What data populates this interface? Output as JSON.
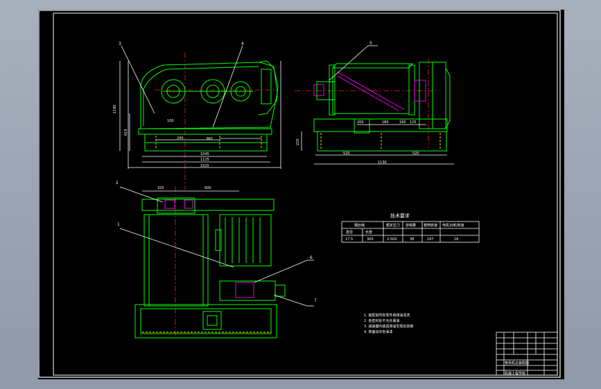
{
  "drawing": {
    "part_labels": [
      "3",
      "4",
      "5",
      "2",
      "1",
      "6",
      "7"
    ],
    "dimensions": {
      "front_height_total": "1190",
      "front_height_lower": "610",
      "front_shaft_1": "100",
      "front_shaft_2": "240",
      "front_shaft_3": "360",
      "front_width_1": "1045",
      "front_width_2": "1125",
      "front_width_3": "1525",
      "side_height": "220",
      "side_d1": "200",
      "side_d2": "180",
      "side_d3": "160",
      "side_d4": "125",
      "side_base_l": "520",
      "side_base_r": "520",
      "side_total": "1130",
      "plan_d1": "325",
      "plan_d2": "600"
    }
  },
  "spec_table": {
    "title": "技术要求",
    "headers": [
      "钢丝绳",
      "额定拉力",
      "容绳量",
      "卷筒转速",
      "电机功率/转速"
    ],
    "subheaders": [
      "直径",
      "长度"
    ],
    "values": [
      "17.5",
      "300",
      "2-500",
      "38",
      "247",
      "18"
    ]
  },
  "notes": [
    "1. 装配前所有零件用煤油清洗",
    "2. 各密封处不允许漏油",
    "3. 减速器内装润滑油至规定高度",
    "4. 表面涂灰色油漆"
  ],
  "title_block": {
    "drawing_name": "卷扬机总装配图",
    "school": "机械工程学院"
  }
}
